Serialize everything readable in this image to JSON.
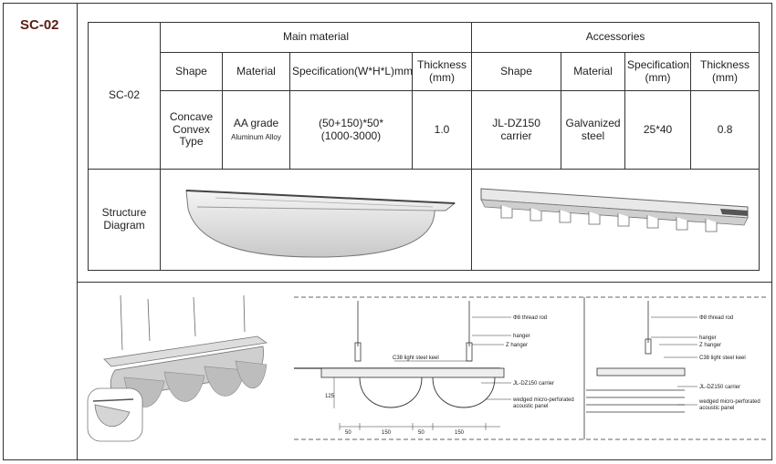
{
  "product_code": "SC-02",
  "table": {
    "row_label": "SC-02",
    "main_material_header": "Main material",
    "accessories_header": "Accessories",
    "columns": {
      "shape": "Shape",
      "material": "Material",
      "specification": "Specification(W*H*L)mm",
      "thickness_line1": "Thickness",
      "thickness_line2": "(mm)",
      "acc_shape": "Shape",
      "acc_material": "Material",
      "acc_spec_line1": "Specification",
      "acc_spec_line2": "(mm)",
      "acc_thickness_line1": "Thickness",
      "acc_thickness_line2": "(mm)"
    },
    "values": {
      "shape_line1": "Concave",
      "shape_line2": "Convex",
      "shape_line3": "Type",
      "material_line1": "AA grade",
      "material_line2": "Aluminum Alloy",
      "spec_line1": "(50+150)*50*",
      "spec_line2": "(1000-3000)",
      "thickness": "1.0",
      "acc_shape_line1": "JL-DZ150",
      "acc_shape_line2": "carrier",
      "acc_material_line1": "Galvanized",
      "acc_material_line2": "steel",
      "acc_spec": "25*40",
      "acc_thickness": "0.8"
    },
    "structure_label_line1": "Structure",
    "structure_label_line2": "Diagram"
  },
  "drawing": {
    "labels": {
      "thread_rod": "Φ8 thread rod",
      "hanger": "hanger",
      "z_hanger": "Z hanger",
      "c38_keel": "C38 light steel keel",
      "carrier": "JL-DZ150 carrier",
      "panel_line1": "wedged micro-perforated",
      "panel_line2": "acoustic panel"
    },
    "dims": {
      "d50a": "50",
      "d150a": "150",
      "d50b": "50",
      "d150b": "150",
      "h125": "125"
    }
  }
}
